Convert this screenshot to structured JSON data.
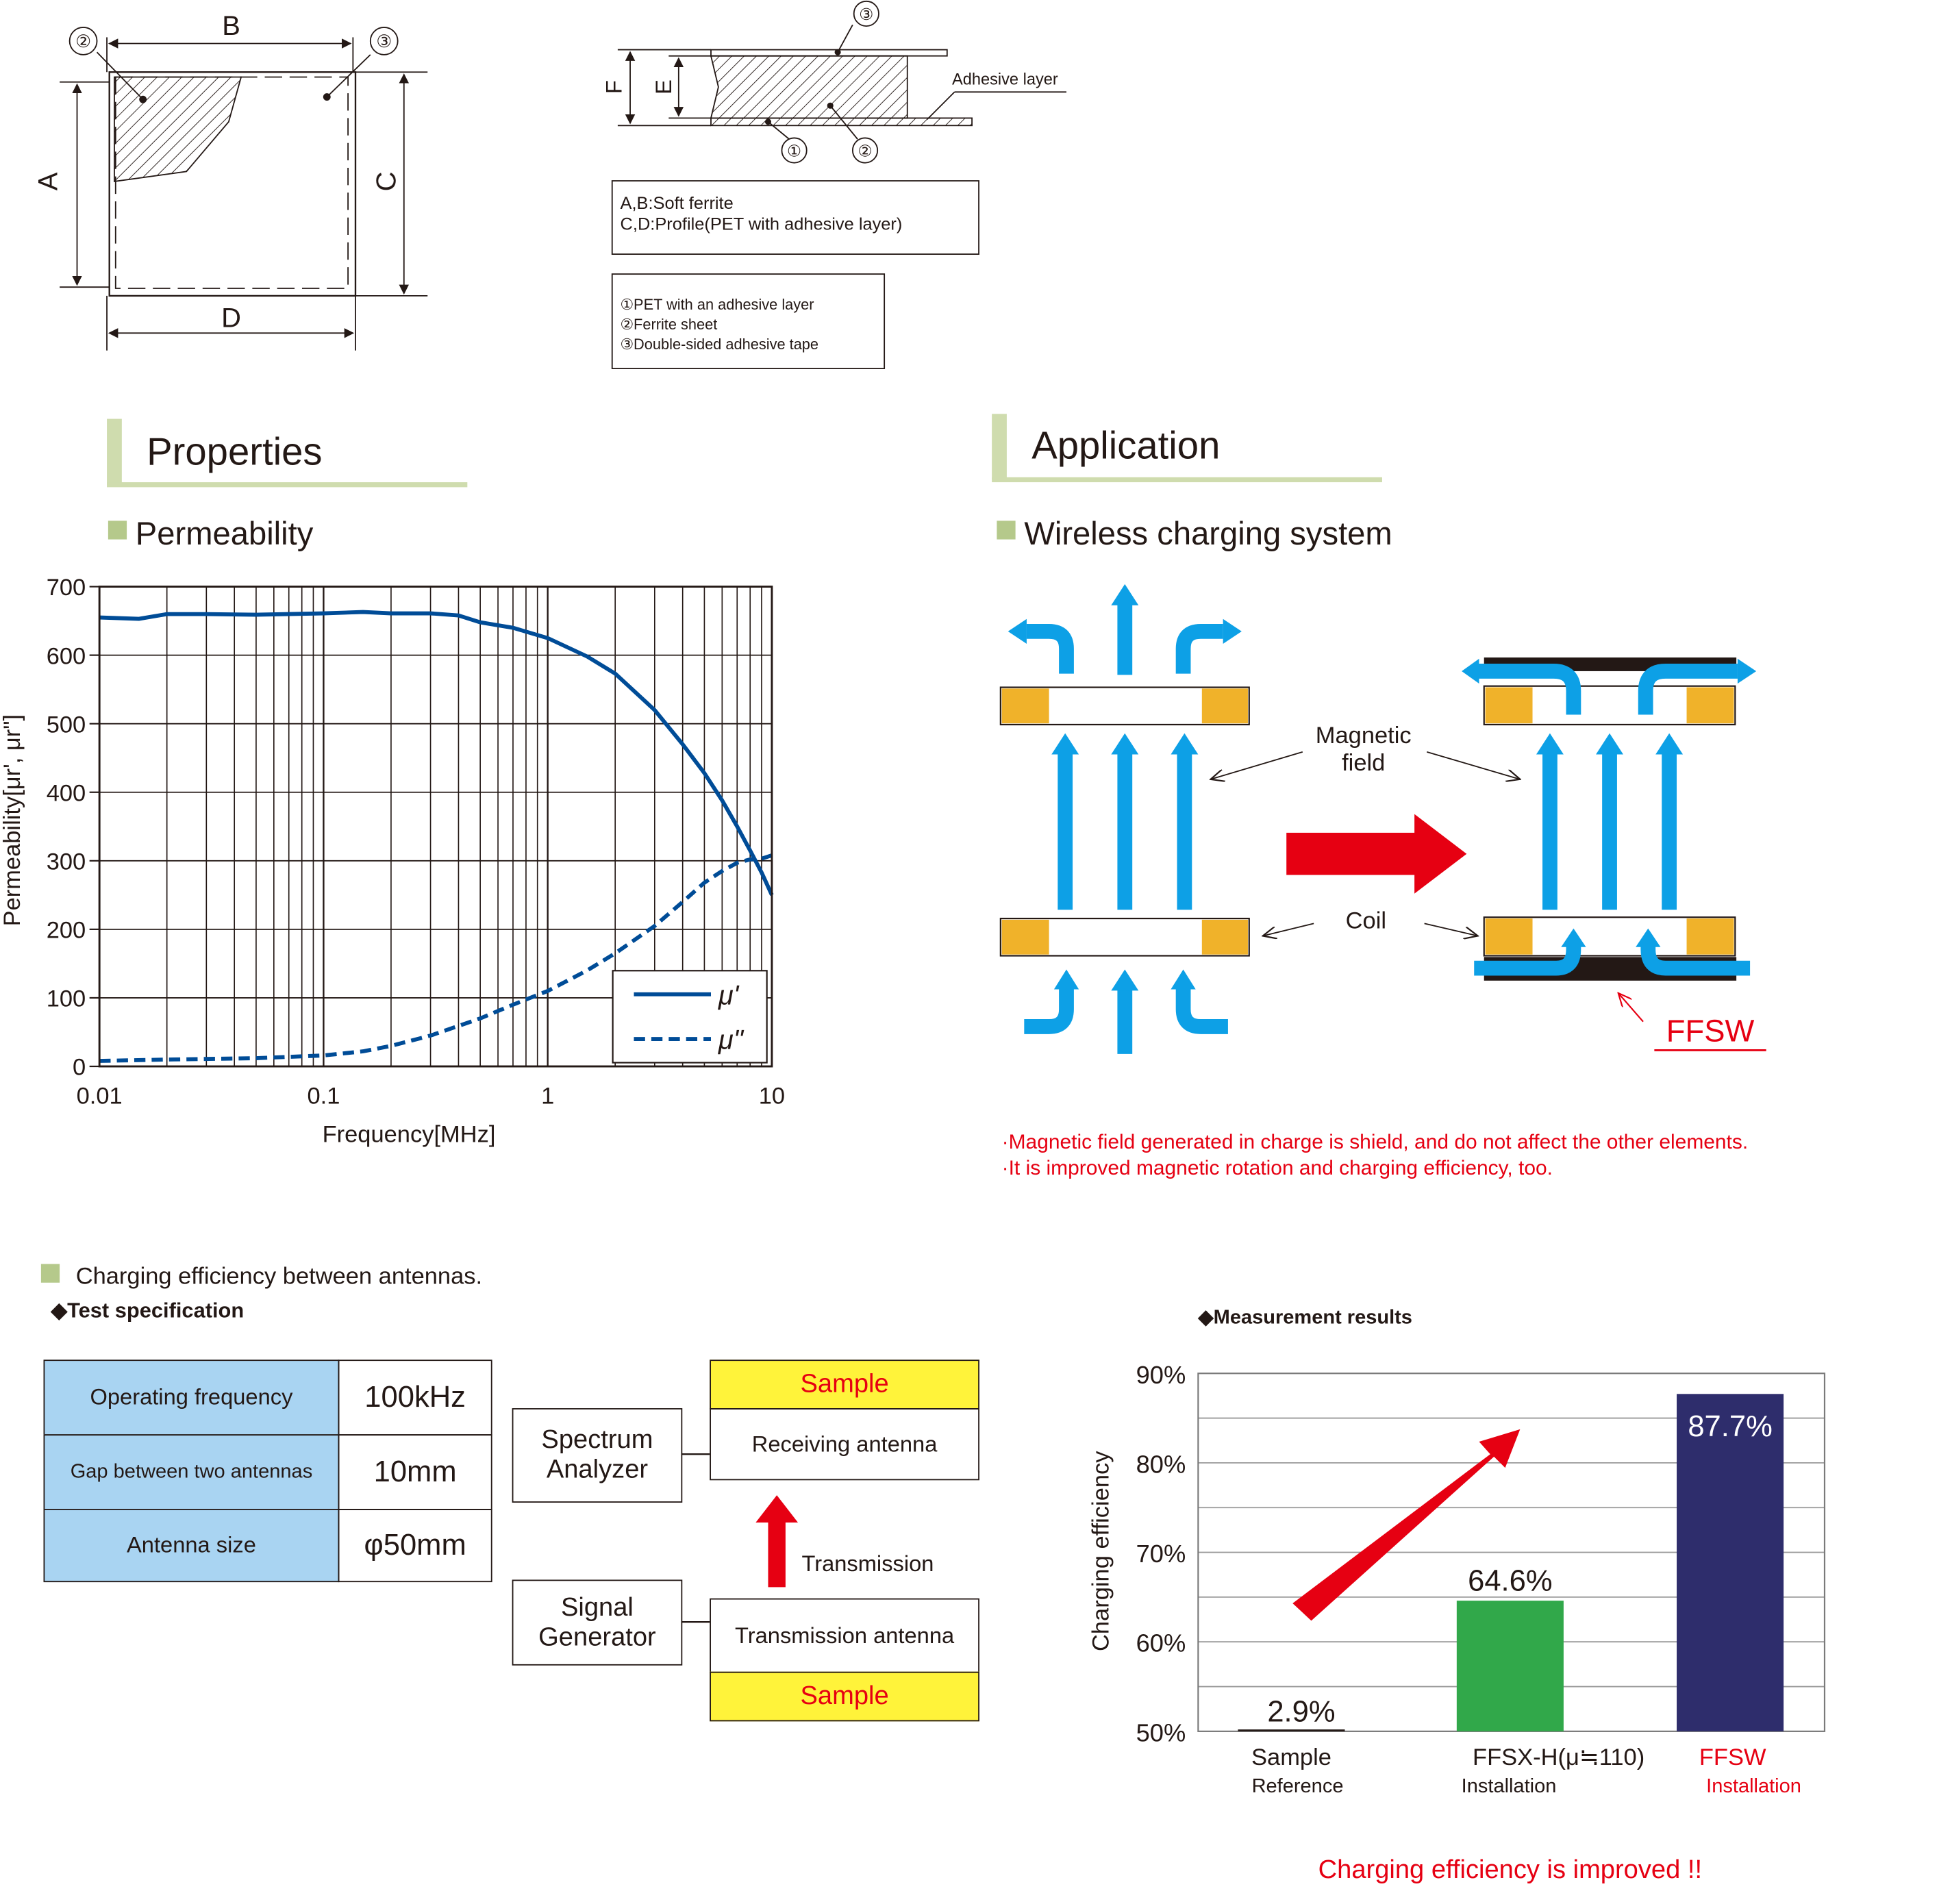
{
  "top_left": {
    "labels": {
      "B": "B",
      "D": "D",
      "A": "A",
      "C": "C",
      "c2": "②",
      "c3": "③"
    }
  },
  "top_right": {
    "labels": {
      "F": "F",
      "E": "E",
      "c1": "①",
      "c2": "②",
      "c3": "③",
      "adhesive": "Adhesive layer"
    },
    "legend1": [
      "A,B:Soft ferrite",
      "C,D:Profile(PET with adhesive layer)"
    ],
    "legend2": [
      "①PET with an adhesive layer",
      "②Ferrite sheet",
      "③Double-sided adhesive tape"
    ]
  },
  "sections": {
    "properties": "Properties",
    "application": "Application",
    "permeability": "Permeability",
    "wireless": "Wireless charging system",
    "charging": "Charging efficiency between antennas.",
    "test_spec": "◆Test specification",
    "measurement": "◆Measurement results"
  },
  "colors": {
    "accent_green": "#b5c98b",
    "blue_line": "#004c97",
    "field_blue": "#0da0e6",
    "coil_orange": "#f0b22a",
    "red": "#e60012",
    "bar_green": "#31a84a",
    "bar_navy": "#2e2d6c",
    "spec_blue": "#a9d4f2",
    "sample_yellow": "#fff33a"
  },
  "perm_chart": {
    "ylabel": "Permeability[μr', μr\"]",
    "xlabel": "Frequency[MHz]",
    "y_ticks": [
      "0",
      "100",
      "200",
      "300",
      "400",
      "500",
      "600",
      "700"
    ],
    "x_ticks": [
      "0.01",
      "0.1",
      "1",
      "10"
    ],
    "legend": [
      "μ'",
      "μ\""
    ]
  },
  "chart_data": [
    {
      "type": "line",
      "title": "",
      "xlabel": "Frequency[MHz]",
      "ylabel": "Permeability[μr', μr\"]",
      "x_scale": "log",
      "xlim": [
        0.01,
        10
      ],
      "ylim": [
        0,
        700
      ],
      "grid": true,
      "legend_position": "bottom-right",
      "series": [
        {
          "name": "μ'",
          "style": "solid",
          "x": [
            0.01,
            0.015,
            0.02,
            0.03,
            0.05,
            0.1,
            0.15,
            0.2,
            0.3,
            0.4,
            0.5,
            0.7,
            1,
            1.5,
            2,
            3,
            4,
            5,
            6,
            7,
            8,
            9,
            10
          ],
          "y": [
            655,
            653,
            660,
            660,
            659,
            661,
            663,
            661,
            661,
            658,
            648,
            640,
            625,
            598,
            573,
            520,
            470,
            428,
            388,
            350,
            315,
            283,
            250
          ]
        },
        {
          "name": "μ\"",
          "style": "dashed",
          "x": [
            0.01,
            0.02,
            0.05,
            0.1,
            0.15,
            0.2,
            0.3,
            0.5,
            0.7,
            1,
            1.5,
            2,
            3,
            4,
            5,
            6,
            7,
            8,
            9,
            10
          ],
          "y": [
            8,
            10,
            12,
            16,
            22,
            30,
            45,
            70,
            90,
            110,
            140,
            165,
            205,
            240,
            268,
            285,
            297,
            302,
            303,
            308
          ]
        }
      ]
    },
    {
      "type": "bar",
      "title": "",
      "xlabel": "",
      "ylabel": "Charging efficiency",
      "ylim": [
        50,
        90
      ],
      "y_ticks": [
        "50%",
        "60%",
        "70%",
        "80%",
        "90%"
      ],
      "grid": true,
      "categories": [
        "Sample Reference",
        "FFSX-H(μ≒110) Installation",
        "FFSW Installation"
      ],
      "values": [
        2.9,
        64.6,
        87.7
      ],
      "value_labels": [
        "2.9%",
        "64.6%",
        "87.7%"
      ]
    }
  ],
  "wireless": {
    "magnetic_field": [
      "Magnetic",
      "field"
    ],
    "coil": "Coil",
    "ffsw": "FFSW",
    "notes": [
      "·Magnetic field generated in charge is shield, and do not affect the other elements.",
      "·It is improved magnetic rotation and charging efficiency, too."
    ]
  },
  "spec_table": [
    {
      "key": "Operating frequency",
      "value": "100kHz"
    },
    {
      "key": "Gap between two antennas",
      "value": "10mm"
    },
    {
      "key": "Antenna size",
      "value": "φ50mm"
    }
  ],
  "setup": {
    "spectrum": [
      "Spectrum",
      "Analyzer"
    ],
    "signal": [
      "Signal",
      "Generator"
    ],
    "sample_top": "Sample",
    "receiving": "Receiving antenna",
    "transmission_label": "Transmission",
    "transmission_antenna": "Transmission antenna",
    "sample_bottom": "Sample"
  },
  "bar_chart": {
    "ylabel": "Charging efficiency",
    "y_ticks": [
      "50%",
      "60%",
      "70%",
      "80%",
      "90%"
    ],
    "values_text": [
      "2.9%",
      "64.6%",
      "87.7%"
    ],
    "cat_main": [
      "Sample",
      "FFSX-H(μ≒110)",
      "FFSW"
    ],
    "cat_sub": [
      "Reference",
      "Installation",
      "Installation"
    ],
    "conclusion": "Charging efficiency is improved !!"
  }
}
